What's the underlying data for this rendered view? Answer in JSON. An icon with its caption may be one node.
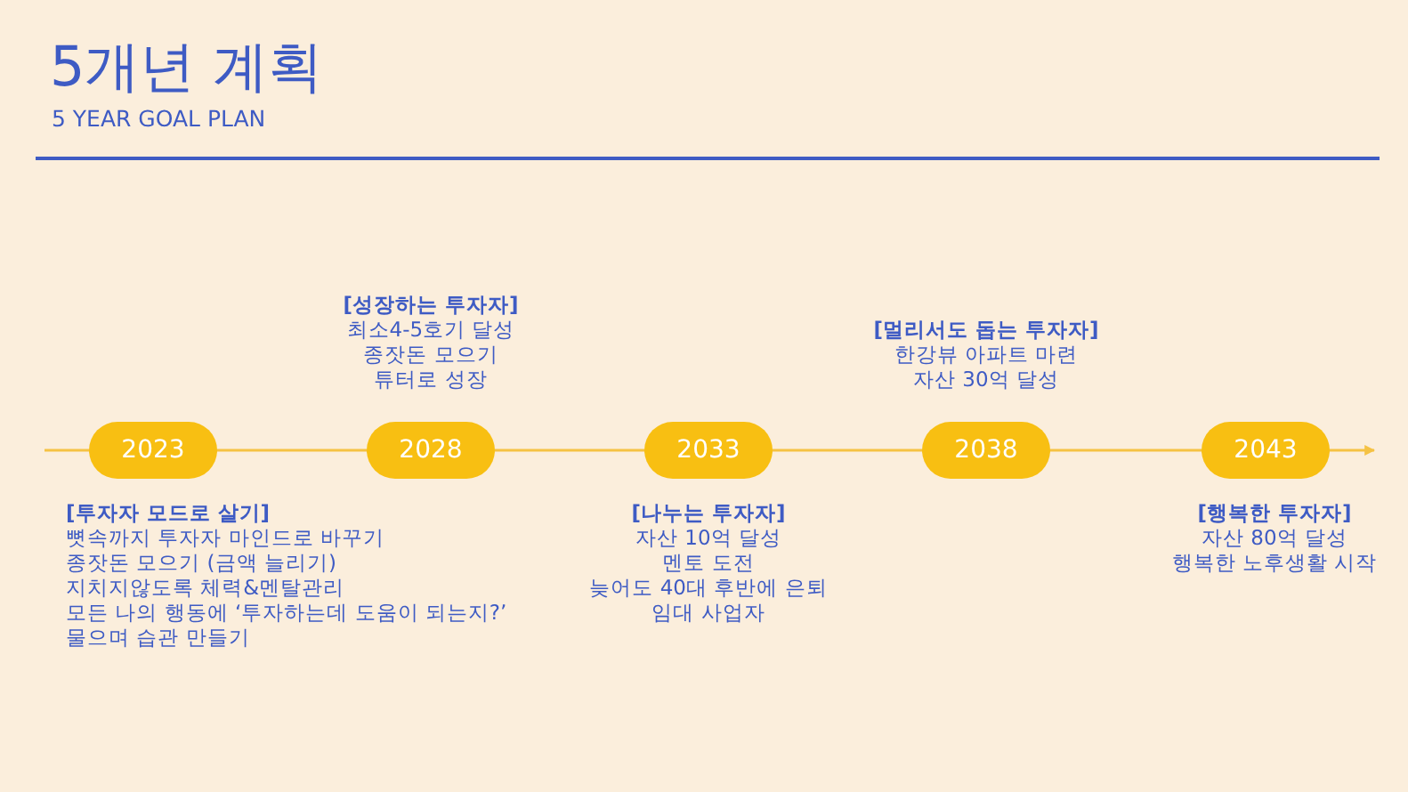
{
  "diagram": {
    "title": "5개년 계획",
    "nodes": [
      {
        "text": [
          "2023"
        ],
        "beside": [
          "[투자자 모드로 살기]",
          "뼛속까지 투자자 마인드로 바꾸기",
          "종잣돈 모으기 (금액 늘리기)",
          "지치지않도록 체력&멘탈관리",
          "모든 나의 행동에 ‘투자하는데 도움이 되는지?’ 물으며 습관 만들기"
        ]
      },
      {
        "text": [
          "2028"
        ],
        "beside": [
          "[성장하는 투자자]",
          "최소4-5호기 달성",
          "종잣돈 모으기",
          "튜터로 성장"
        ]
      },
      {
        "text": [
          "2033"
        ],
        "beside": [
          "[나누는 투자자]",
          "자산 10억 달성",
          "멘토 도전",
          "늦어도 40대 후반에 은퇴",
          "임대 사업자"
        ]
      },
      {
        "text": [
          "2038"
        ],
        "beside": [
          "[멀리서도 돕는 투자자]",
          "한강뷰 아파트 마련",
          "자산 30억 달성"
        ]
      },
      {
        "text": [
          "2043"
        ],
        "beside": [
          "[행복한 투자자]",
          "자산 80억 달성",
          "행복한 노후생활 시작"
        ]
      }
    ],
    "edges": [
      {
        "from": null,
        "to": 0,
        "arrow": "none"
      },
      {
        "from": 0,
        "to": 1,
        "arrow": "none"
      },
      {
        "from": 1,
        "to": 2,
        "arrow": "none"
      },
      {
        "from": 2,
        "to": 3,
        "arrow": "none"
      },
      {
        "from": 3,
        "to": 4,
        "arrow": "none"
      },
      {
        "from": 4,
        "to": null,
        "arrow": "to"
      }
    ],
    "labels": [
      "5 YEAR GOAL PLAN"
    ]
  }
}
